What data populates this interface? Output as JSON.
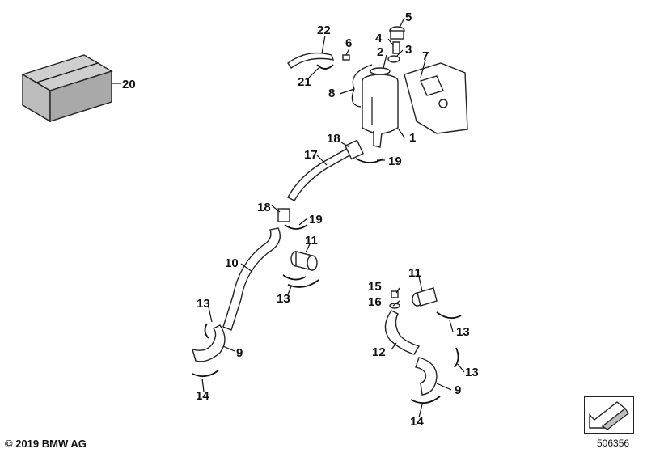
{
  "copyright": "© 2019 BMW AG",
  "reference_number": "506356",
  "callouts": [
    "1",
    "2",
    "3",
    "4",
    "5",
    "6",
    "7",
    "8",
    "9",
    "9",
    "10",
    "11",
    "11",
    "12",
    "13",
    "13",
    "13",
    "13",
    "14",
    "14",
    "15",
    "16",
    "17",
    "18",
    "18",
    "19",
    "19",
    "20",
    "21",
    "22"
  ],
  "icons": {
    "nav_arrow": "arrow-down-left-icon"
  }
}
